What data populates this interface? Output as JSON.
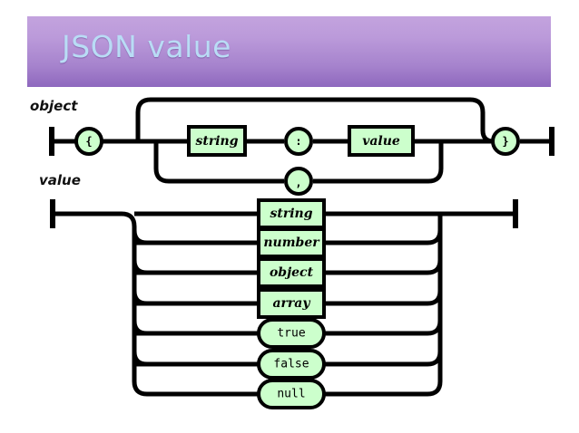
{
  "slide": {
    "title": "JSON value",
    "background_color": "#ffffff",
    "title_bar": {
      "gradient_top_color": "#c3a3de",
      "gradient_bottom_color": "#8e68be",
      "text_color": "#b9dcf5"
    }
  },
  "diagrams": [
    {
      "name": "object",
      "label": "object",
      "nodes": [
        {
          "id": "obj-open-brace",
          "kind": "terminal-circle",
          "text": "{"
        },
        {
          "id": "obj-string",
          "kind": "nonterminal-box",
          "text": "string"
        },
        {
          "id": "obj-colon",
          "kind": "terminal-circle",
          "text": ":"
        },
        {
          "id": "obj-value",
          "kind": "nonterminal-box",
          "text": "value"
        },
        {
          "id": "obj-comma",
          "kind": "terminal-circle",
          "text": ","
        },
        {
          "id": "obj-close-brace",
          "kind": "terminal-circle",
          "text": "}"
        }
      ]
    },
    {
      "name": "value",
      "label": "value",
      "alternatives": [
        {
          "id": "val-string",
          "kind": "nonterminal-box",
          "text": "string"
        },
        {
          "id": "val-number",
          "kind": "nonterminal-box",
          "text": "number"
        },
        {
          "id": "val-object",
          "kind": "nonterminal-box",
          "text": "object"
        },
        {
          "id": "val-array",
          "kind": "nonterminal-box",
          "text": "array"
        },
        {
          "id": "val-true",
          "kind": "terminal-pill",
          "text": "true"
        },
        {
          "id": "val-false",
          "kind": "terminal-pill",
          "text": "false"
        },
        {
          "id": "val-null",
          "kind": "terminal-pill",
          "text": "null"
        }
      ]
    }
  ],
  "style": {
    "node_fill": "#ccffcc",
    "node_stroke": "#000000",
    "rail_color": "#000000"
  }
}
